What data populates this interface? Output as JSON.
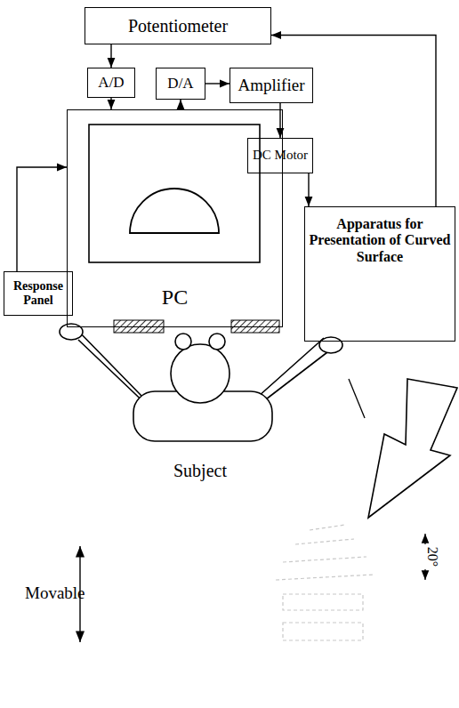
{
  "diagram": {
    "nodes": [
      {
        "text": [
          "Potentiometer"
        ]
      },
      {
        "text": [
          "A/D"
        ]
      },
      {
        "text": [
          "D/A"
        ]
      },
      {
        "text": [
          "Amplifier"
        ]
      },
      {
        "text": [
          "PC"
        ]
      },
      {
        "text": [
          "DC Motor"
        ]
      },
      {
        "text": [
          "Apparatus for Presentation of Curved Surface"
        ]
      },
      {
        "text": [
          "Response Panel"
        ]
      }
    ],
    "edges": [
      {
        "from": 0,
        "to": 1,
        "arrow": "to"
      },
      {
        "from": 1,
        "to": 4,
        "arrow": "to"
      },
      {
        "from": 4,
        "to": 2,
        "arrow": "to"
      },
      {
        "from": 2,
        "to": 3,
        "arrow": "to"
      },
      {
        "from": 3,
        "to": 5,
        "arrow": "to"
      },
      {
        "from": 5,
        "to": 6,
        "arrow": "to"
      },
      {
        "from": 6,
        "to": 0,
        "arrow": "to"
      },
      {
        "from": 7,
        "to": 4,
        "arrow": "to"
      }
    ],
    "labels": [
      "Subject",
      "Movable",
      "20°"
    ]
  }
}
